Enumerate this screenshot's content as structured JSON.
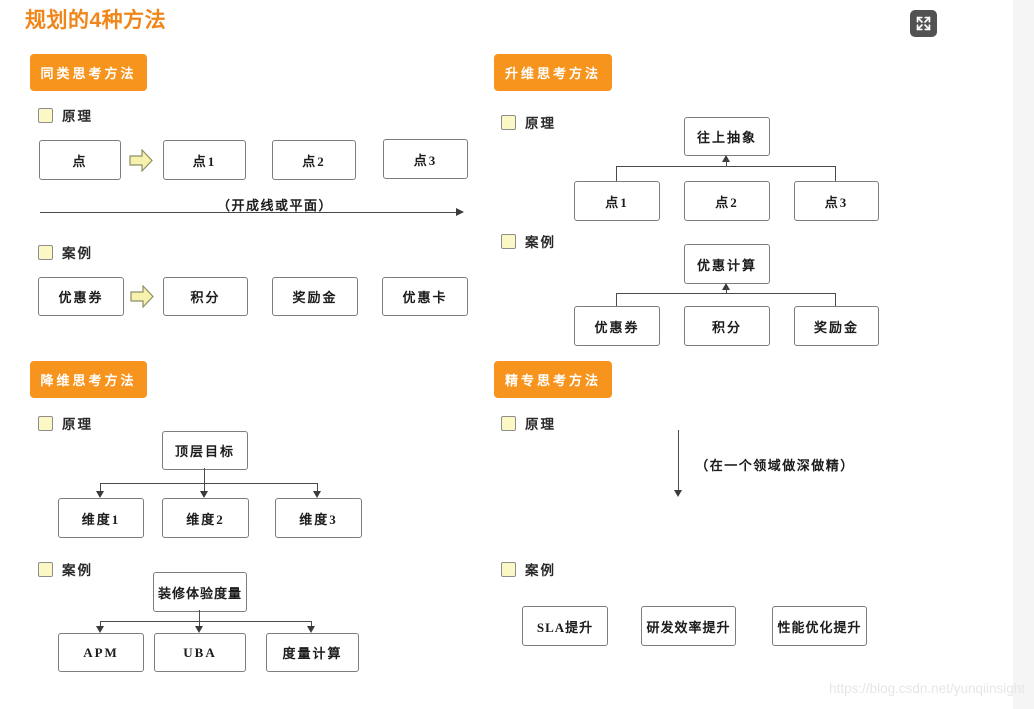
{
  "page": {
    "title": "规划的4种方法",
    "watermark": "https://blog.csdn.net/yunqiinsight"
  },
  "labels": {
    "principle": "原理",
    "case": "案例"
  },
  "icons": {
    "fullscreen": "expand-icon",
    "legend_marker": "yellow-square",
    "flow_arrow": "block-arrow-right"
  },
  "colors": {
    "accent_orange": "#F7941E",
    "title_orange": "#F08619",
    "legend_yellow": "#FBF8C5",
    "arrow_yellow": "#F6F2AD",
    "box_border": "#7D7D7D",
    "connector": "#4A4A4A",
    "button_bg": "#3A3A3A",
    "watermark_gray": "#E6E6E6"
  },
  "quadrants": [
    {
      "title": "同类思考方法",
      "principle": {
        "source": "点",
        "targets": [
          "点1",
          "点2",
          "点3"
        ],
        "caption": "（开成线或平面）"
      },
      "case": {
        "source": "优惠券",
        "targets": [
          "积分",
          "奖励金",
          "优惠卡"
        ]
      }
    },
    {
      "title": "升维思考方法",
      "principle": {
        "parent": "往上抽象",
        "children": [
          "点1",
          "点2",
          "点3"
        ]
      },
      "case": {
        "parent": "优惠计算",
        "children": [
          "优惠券",
          "积分",
          "奖励金"
        ]
      }
    },
    {
      "title": "降维思考方法",
      "principle": {
        "parent": "顶层目标",
        "children": [
          "维度1",
          "维度2",
          "维度3"
        ]
      },
      "case": {
        "parent": "装修体验度量",
        "children": [
          "APM",
          "UBA",
          "度量计算"
        ]
      }
    },
    {
      "title": "精专思考方法",
      "principle": {
        "caption": "（在一个领域做深做精）"
      },
      "case": {
        "items": [
          "SLA提升",
          "研发效率提升",
          "性能优化提升"
        ]
      }
    }
  ]
}
